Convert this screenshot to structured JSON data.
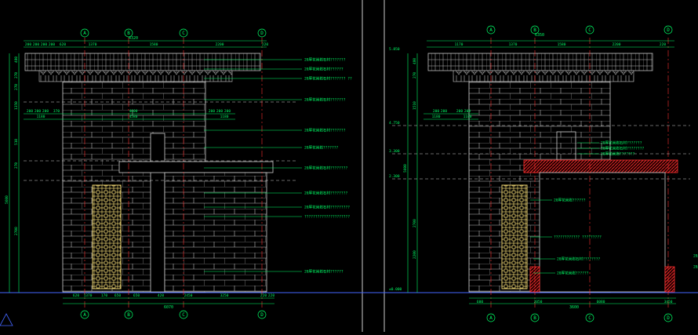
{
  "colors": {
    "background": "#000000",
    "wall": "#c8c8c8",
    "dimension": "#00ff66",
    "grid_axis": "#ff3030",
    "lattice": "#e8d070",
    "callout": "#00ff66",
    "beam_hatch": "#ff3030",
    "frame_line": "#4466ff",
    "viewport_border": "#ffffff"
  },
  "axis_labels": [
    "A",
    "B",
    "C",
    "D"
  ],
  "left_elevation": {
    "top_overall_dim": "4320",
    "top_dims": [
      "200",
      "200",
      "200",
      "200",
      "620",
      "1370",
      "1580",
      "2200",
      "220"
    ],
    "mid_dims": [
      "200",
      "200",
      "200",
      "370",
      "4600",
      "200",
      "200",
      "200"
    ],
    "mid_dims_2": [
      "1180",
      "4580",
      "1180"
    ],
    "bottom_dims": [
      "620",
      "1370",
      "170",
      "650",
      "650",
      "420",
      "2450",
      "3250",
      "220",
      "220"
    ],
    "bottom_overall": "6070",
    "level_dims": [
      "480",
      "270",
      "270",
      "1350",
      "510",
      "270",
      "2700",
      "5600"
    ],
    "callouts": [
      "20厚花岗岩石材???????",
      "20厚花岗岩石材??????",
      "20厚花岗岩石材??????? ??",
      "20厚花岗岩石材???????",
      "20厚花岗岩石材???????",
      "20厚花岗岩???????",
      "20厚花岗岩石材????????",
      "20厚花岗岩石材????????",
      "20厚花岗岩石材?????????",
      "?????????????????????",
      "20厚花岗岩石材??????"
    ]
  },
  "right_elevation": {
    "top_overall_dim": "6350",
    "top_dims": [
      "1170",
      "1370",
      "1580",
      "2200",
      "220"
    ],
    "mid_dims": [
      "200",
      "200",
      "200",
      "200"
    ],
    "mid_dims_2": [
      "1180",
      "1180"
    ],
    "bottom_dims": [
      "600",
      "2050",
      "6080",
      "3450"
    ],
    "bottom_overall": "3600",
    "level_labels": [
      "5.850",
      "4.750",
      "3.300",
      "2.300",
      "±0.000"
    ],
    "level_dims": [
      "480",
      "270",
      "1510",
      "5600",
      "2700",
      "2200"
    ],
    "callouts": [
      "20厚花岗岩石材???????",
      "20厚花岗岩石材????????",
      "20厚花岗岩???????",
      "20厚花岗岩??????",
      "???????????? ?????????",
      "20厚花岗岩石材????????",
      "20厚花岗岩??????",
      "20厚花",
      "20厚"
    ]
  }
}
